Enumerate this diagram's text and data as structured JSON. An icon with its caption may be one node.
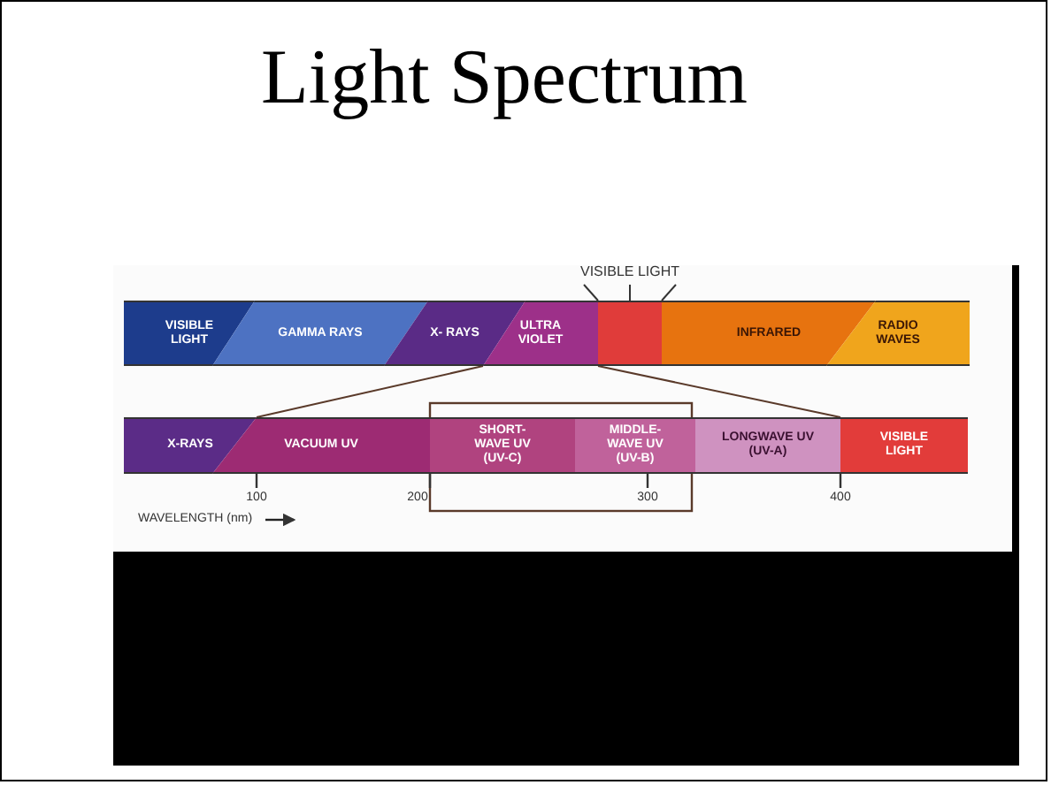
{
  "diagram": {
    "title": "Light Spectrum",
    "nodes": [
      {
        "text": [
          "VISIBLE LIGHT"
        ]
      },
      {
        "text": [
          "VISIBLE LIGHT"
        ]
      },
      {
        "text": [
          "GAMMA RAYS"
        ]
      },
      {
        "text": [
          "X- RAYS"
        ]
      },
      {
        "text": [
          "ULTRA VIOLET"
        ]
      },
      {
        "text": [],
        "shape": "box"
      },
      {
        "text": [
          "INFRARED"
        ]
      },
      {
        "text": [
          "RADIO WAVES"
        ]
      },
      {
        "text": [
          "X-RAYS"
        ]
      },
      {
        "text": [
          "VACUUM UV"
        ]
      },
      {
        "text": [
          "SHORT- WAVE UV (UV-C)"
        ]
      },
      {
        "text": [
          "MIDDLE- WAVE UV (UV-B)"
        ]
      },
      {
        "text": [
          "LONGWAVE UV (UV-A)"
        ]
      },
      {
        "text": [
          "VISIBLE LIGHT"
        ]
      }
    ],
    "edges": [
      {
        "from": 0,
        "to": 5,
        "arrow": "none"
      },
      {
        "from": 0,
        "to": 5,
        "arrow": "none"
      },
      {
        "from": 0,
        "to": 5,
        "arrow": "none"
      },
      {
        "from": 4,
        "to": 9,
        "arrow": "none"
      },
      {
        "from": 4,
        "to": 12,
        "arrow": "none"
      }
    ],
    "labels": [
      "100",
      "200",
      "300",
      "400",
      "WAVELENGTH (nm)"
    ]
  }
}
